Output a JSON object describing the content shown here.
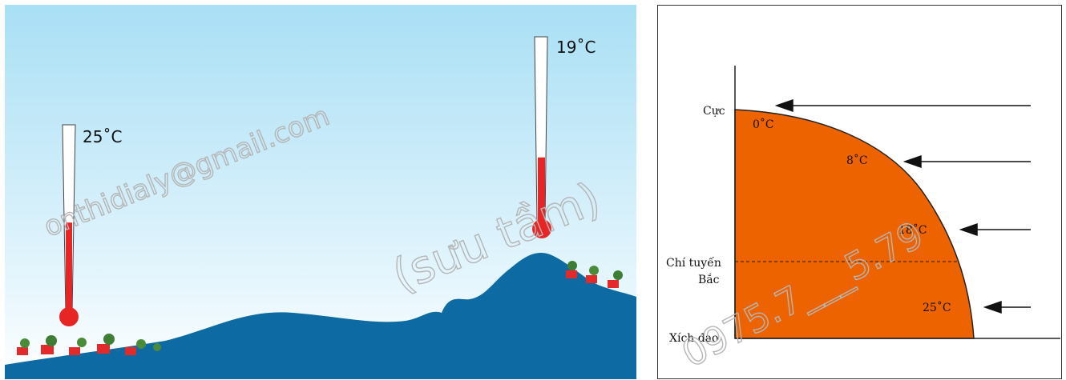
{
  "mountain_scene": {
    "low_thermometer": {
      "label": "25˚C",
      "fill_level": 0.48
    },
    "high_thermometer": {
      "label": "19˚C",
      "fill_level": 0.35
    },
    "colors": {
      "sky_top": "#a9dff5",
      "sky_bottom": "#ffffff",
      "mountain": "#0e6aa3",
      "mercury": "#e82525"
    }
  },
  "latitude_diagram": {
    "axis_labels": {
      "pole": "Cực",
      "tropic_line1": "Chí tuyến",
      "tropic_line2": "Bắc",
      "equator": "Xích đạo"
    },
    "temperatures": [
      "0˚C",
      "8˚C",
      "18˚C",
      "25˚C"
    ],
    "colors": {
      "earth_fill": "#ec6300",
      "outline": "#222222"
    }
  },
  "watermarks": {
    "email": "onthidialy@gmail.com",
    "credit": "(sưu tầm)",
    "phone": "0975.7___5.79"
  }
}
